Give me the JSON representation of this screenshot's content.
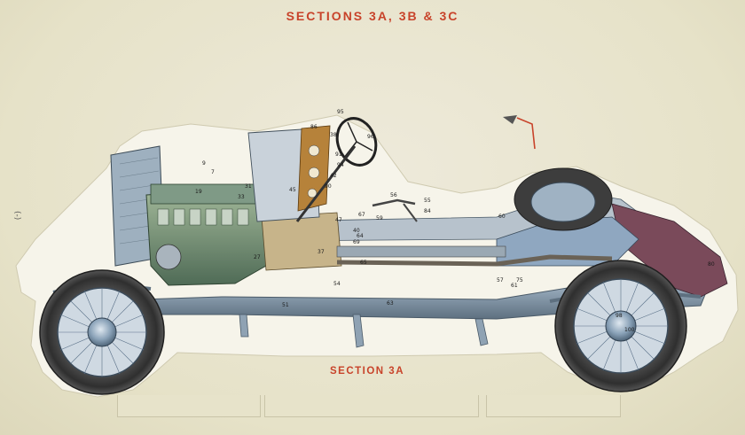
{
  "page": {
    "title": "SECTIONS 3A, 3B & 3C",
    "section_label": "SECTION 3A",
    "side_mark": "(-)"
  },
  "callouts": [
    "7",
    "9",
    "19",
    "27",
    "31",
    "33",
    "37",
    "38",
    "40",
    "42",
    "45",
    "47",
    "51",
    "54",
    "55",
    "56",
    "57",
    "59",
    "60",
    "61",
    "63",
    "64",
    "65",
    "67",
    "69",
    "75",
    "80",
    "84",
    "86",
    "90",
    "91",
    "94",
    "95",
    "96",
    "98",
    "100"
  ],
  "colors": {
    "title": "#c8432a",
    "chassis": "#8fa2b3",
    "engine": "#6f8d73",
    "tyre": "#3a3a3a",
    "wire_wheel": "#9bb0c4"
  }
}
